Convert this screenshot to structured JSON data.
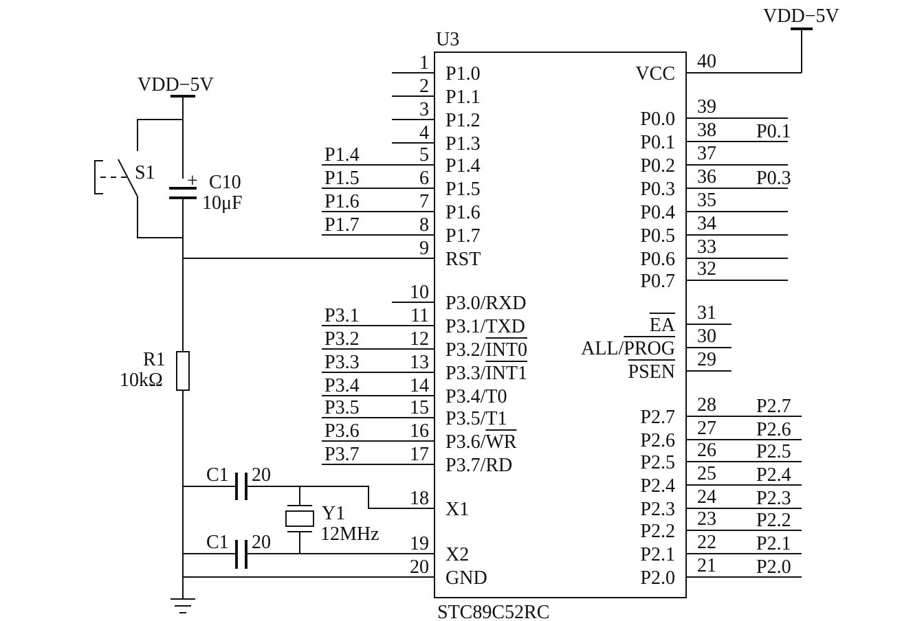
{
  "ic": {
    "ref": "U3",
    "part": "STC89C52RC",
    "left_pins": [
      {
        "num": "1",
        "label": "P1.0",
        "net": ""
      },
      {
        "num": "2",
        "label": "P1.1",
        "net": ""
      },
      {
        "num": "3",
        "label": "P1.2",
        "net": ""
      },
      {
        "num": "4",
        "label": "P1.3",
        "net": ""
      },
      {
        "num": "5",
        "label": "P1.4",
        "net": "P1.4"
      },
      {
        "num": "6",
        "label": "P1.5",
        "net": "P1.5"
      },
      {
        "num": "7",
        "label": "P1.6",
        "net": "P1.6"
      },
      {
        "num": "8",
        "label": "P1.7",
        "net": "P1.7"
      },
      {
        "num": "9",
        "label": "RST",
        "net": ""
      },
      {
        "num": "10",
        "label": "P3.0/RXD",
        "net": ""
      },
      {
        "num": "11",
        "label": "P3.1/TXD",
        "net": "P3.1"
      },
      {
        "num": "12",
        "label": "P3.2/INT0",
        "net": "P3.2"
      },
      {
        "num": "13",
        "label": "P3.3/INT1",
        "net": "P3.3"
      },
      {
        "num": "14",
        "label": "P3.4/T0",
        "net": "P3.4"
      },
      {
        "num": "15",
        "label": "P3.5/T1",
        "net": "P3.5"
      },
      {
        "num": "16",
        "label": "P3.6/WR",
        "net": "P3.6"
      },
      {
        "num": "17",
        "label": "P3.7/RD",
        "net": "P3.7"
      },
      {
        "num": "18",
        "label": "X1",
        "net": ""
      },
      {
        "num": "19",
        "label": "X2",
        "net": ""
      },
      {
        "num": "20",
        "label": "GND",
        "net": ""
      }
    ],
    "right_pins": [
      {
        "num": "40",
        "label": "VCC",
        "net": ""
      },
      {
        "num": "39",
        "label": "P0.0",
        "net": ""
      },
      {
        "num": "38",
        "label": "P0.1",
        "net": "P0.1"
      },
      {
        "num": "37",
        "label": "P0.2",
        "net": ""
      },
      {
        "num": "36",
        "label": "P0.3",
        "net": "P0.3"
      },
      {
        "num": "35",
        "label": "P0.4",
        "net": ""
      },
      {
        "num": "34",
        "label": "P0.5",
        "net": ""
      },
      {
        "num": "33",
        "label": "P0.6",
        "net": ""
      },
      {
        "num": "32",
        "label": "P0.7",
        "net": ""
      },
      {
        "num": "31",
        "label": "EA",
        "net": ""
      },
      {
        "num": "30",
        "label": "ALL/PROG",
        "net": ""
      },
      {
        "num": "29",
        "label": "PSEN",
        "net": ""
      },
      {
        "num": "28",
        "label": "P2.7",
        "net": "P2.7"
      },
      {
        "num": "27",
        "label": "P2.6",
        "net": "P2.6"
      },
      {
        "num": "26",
        "label": "P2.5",
        "net": "P2.5"
      },
      {
        "num": "25",
        "label": "P2.4",
        "net": "P2.4"
      },
      {
        "num": "24",
        "label": "P2.3",
        "net": "P2.3"
      },
      {
        "num": "23",
        "label": "P2.2",
        "net": "P2.2"
      },
      {
        "num": "22",
        "label": "P2.1",
        "net": "P2.1"
      },
      {
        "num": "21",
        "label": "P2.0",
        "net": "P2.0"
      }
    ]
  },
  "power": {
    "vdd_top_right": "VDD−5V",
    "vdd_left": "VDD−5V"
  },
  "components": {
    "s1": "S1",
    "c10_ref": "C10",
    "c10_value": "10μF",
    "c10_polarity": "+",
    "r1_ref": "R1",
    "r1_value": "10kΩ",
    "c_top_ref": "C1",
    "c_top_value": "20",
    "c_bottom_ref": "C1",
    "c_bottom_value": "20",
    "y1_ref": "Y1",
    "y1_value": "12MHz"
  }
}
